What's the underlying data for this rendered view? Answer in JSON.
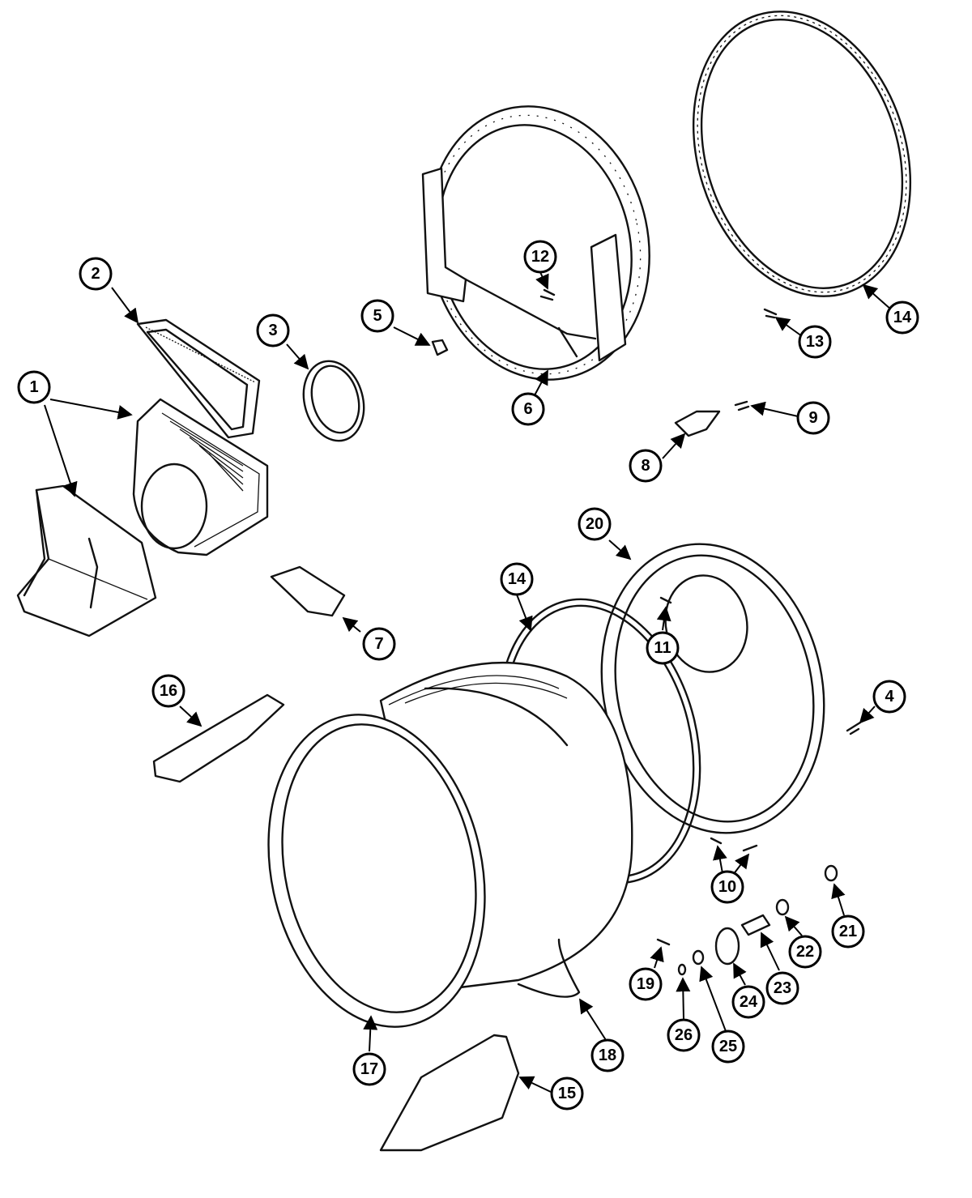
{
  "diagram": {
    "callouts": [
      {
        "id": "c1",
        "label": "1"
      },
      {
        "id": "c2",
        "label": "2"
      },
      {
        "id": "c3",
        "label": "3"
      },
      {
        "id": "c4",
        "label": "4"
      },
      {
        "id": "c5",
        "label": "5"
      },
      {
        "id": "c6",
        "label": "6"
      },
      {
        "id": "c7",
        "label": "7"
      },
      {
        "id": "c8",
        "label": "8"
      },
      {
        "id": "c9",
        "label": "9"
      },
      {
        "id": "c10",
        "label": "10"
      },
      {
        "id": "c11",
        "label": "11"
      },
      {
        "id": "c12",
        "label": "12"
      },
      {
        "id": "c13",
        "label": "13"
      },
      {
        "id": "c14a",
        "label": "14"
      },
      {
        "id": "c14b",
        "label": "14"
      },
      {
        "id": "c15",
        "label": "15"
      },
      {
        "id": "c16",
        "label": "16"
      },
      {
        "id": "c17",
        "label": "17"
      },
      {
        "id": "c18",
        "label": "18"
      },
      {
        "id": "c19",
        "label": "19"
      },
      {
        "id": "c20",
        "label": "20"
      },
      {
        "id": "c21",
        "label": "21"
      },
      {
        "id": "c22",
        "label": "22"
      },
      {
        "id": "c23",
        "label": "23"
      },
      {
        "id": "c24",
        "label": "24"
      },
      {
        "id": "c25",
        "label": "25"
      },
      {
        "id": "c26",
        "label": "26"
      }
    ]
  },
  "colors": {
    "line": "#111111",
    "background": "#ffffff"
  }
}
